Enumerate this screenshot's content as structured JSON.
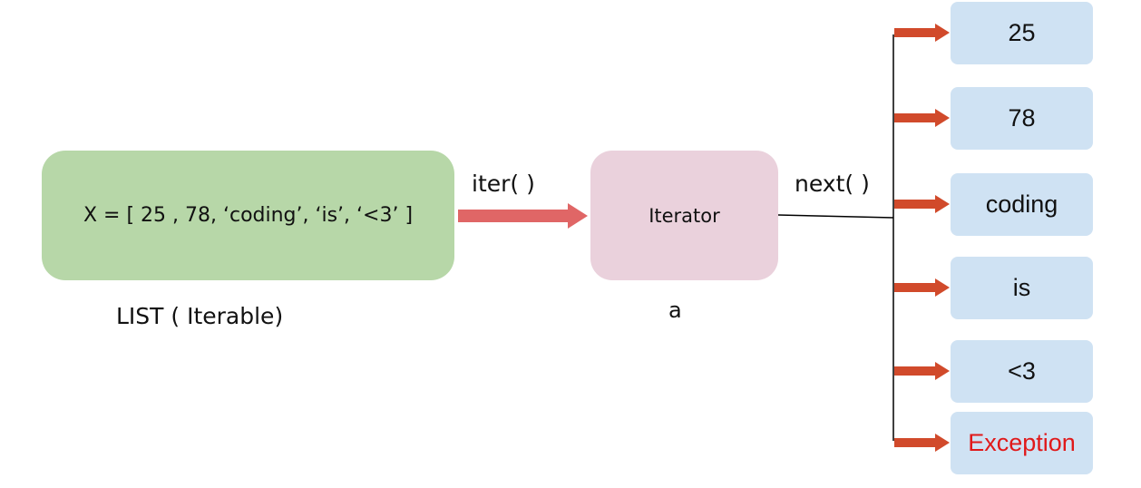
{
  "list": {
    "expression": "X = [ 25 , 78, ‘coding’, ‘is’, ‘<3’ ]",
    "caption": "LIST ( Iterable)",
    "color": "#b7d7a8"
  },
  "iter_call": "iter( )",
  "iterator": {
    "label": "Iterator",
    "caption": "a",
    "color": "#ead1dc"
  },
  "next_call": "next( )",
  "outputs": [
    {
      "label": "25",
      "color": "#111111"
    },
    {
      "label": "78",
      "color": "#111111"
    },
    {
      "label": "coding",
      "color": "#111111"
    },
    {
      "label": "is",
      "color": "#111111"
    },
    {
      "label": "<3",
      "color": "#111111"
    },
    {
      "label": "Exception",
      "color": "#e0191a"
    }
  ],
  "colors": {
    "output_box": "#cfe2f3",
    "main_arrow": "#e06666",
    "branch_arrow": "#d14a2b",
    "line": "#000000"
  }
}
